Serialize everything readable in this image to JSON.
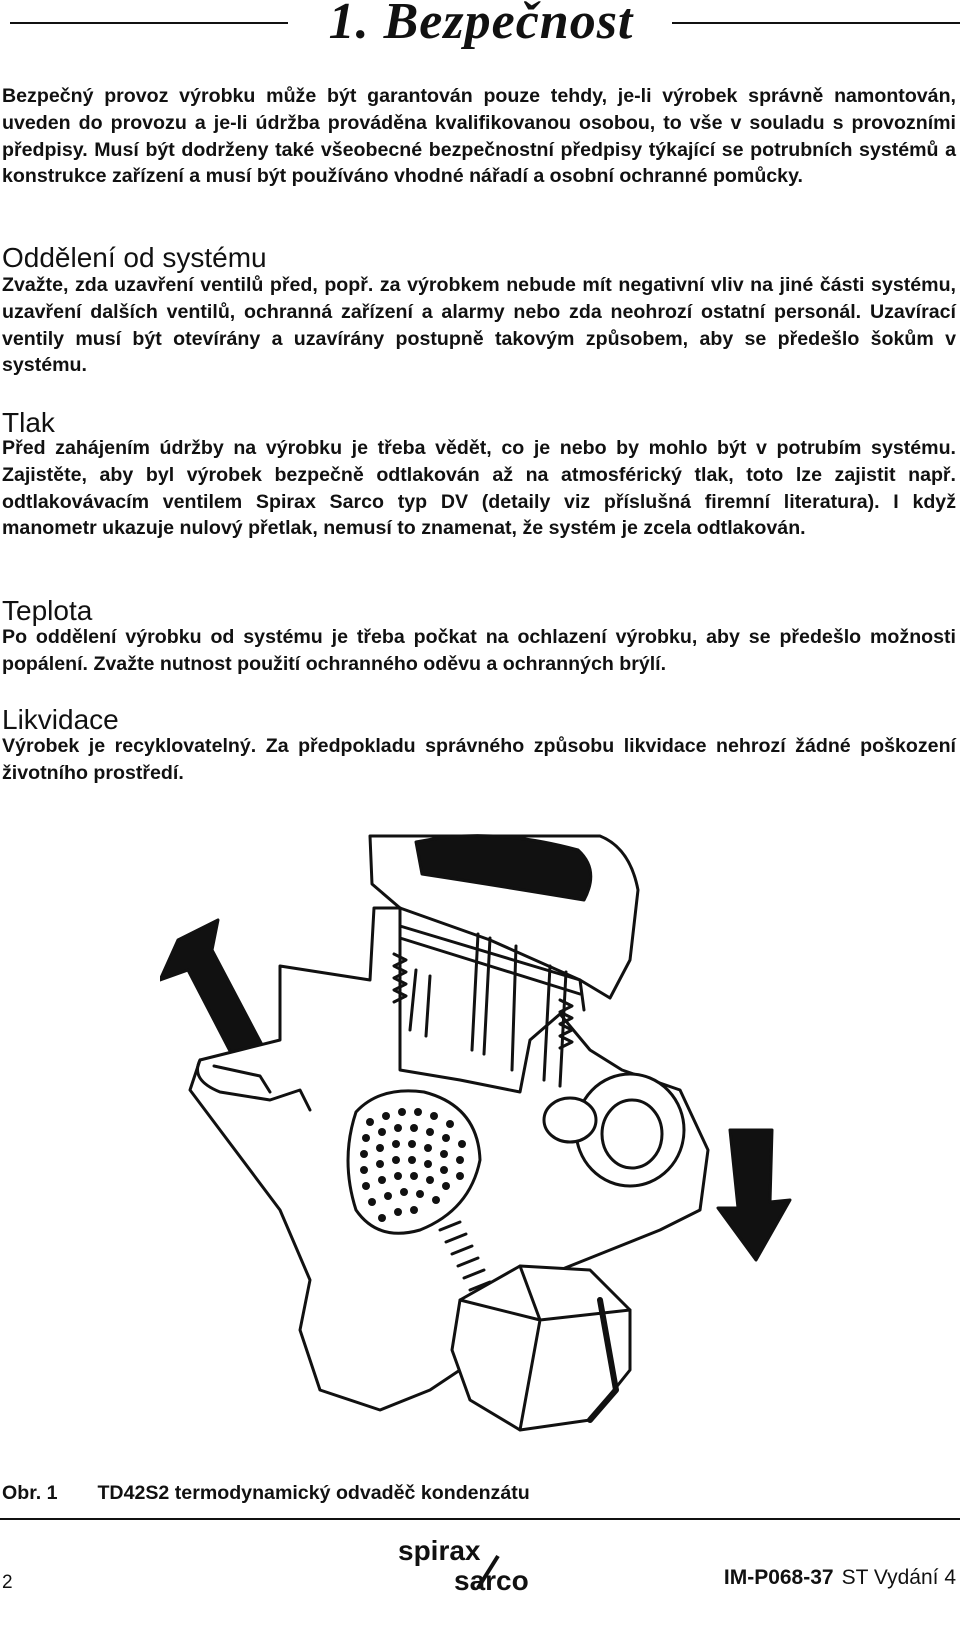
{
  "header": {
    "title": "1. Bezpečnost"
  },
  "intro": "Bezpečný provoz výrobku může být garantován pouze tehdy, je-li výrobek správně namontován, uveden do provozu a je-li údržba prováděna kvalifikovanou osobou, to vše v souladu s provozními předpisy. Musí být dodrženy také všeobecné bezpečnostní předpisy týkající se potrubních systémů a konstrukce zařízení a musí být používáno vhodné nářadí a osobní ochranné pomůcky.",
  "sections": [
    {
      "heading": "Oddělení od systému",
      "text": "Zvažte, zda uzavření ventilů před, popř. za výrobkem nebude mít negativní vliv na jiné části systému, uzavření dalších ventilů, ochranná zařízení a alarmy nebo zda neohrozí ostatní personál. Uzavírací ventily musí být otevírány a uzavírány postupně takovým způsobem, aby se předešlo šokům v systému."
    },
    {
      "heading": "Tlak",
      "text": "Před zahájením údržby na výrobku je třeba vědět, co je nebo by mohlo být v potrubím systému. Zajistěte, aby byl výrobek bezpečně odtlakován až na atmosférický tlak, toto lze zajistit např. odtlakovávacím ventilem Spirax Sarco typ DV (detaily viz příslušná firemní literatura). I když manometr ukazuje nulový přetlak, nemusí to znamenat, že systém je zcela odtlakován."
    },
    {
      "heading": "Teplota",
      "text": "Po oddělení výrobku od systému je třeba počkat na ochlazení výrobku, aby se předešlo možnosti popálení. Zvažte nutnost použití ochranného oděvu a ochranných brýlí."
    },
    {
      "heading": "Likvidace",
      "text": "Výrobek je recyklovatelný. Za předpokladu správného způsobu likvidace nehrozí žádné poškození životního prostředí."
    }
  ],
  "figure": {
    "label": "Obr. 1",
    "caption": "TD42S2 termodynamický odvaděč kondenzátu"
  },
  "footer": {
    "page_number": "2",
    "logo": {
      "top": "spirax",
      "bottom": "sarco"
    },
    "doc_code": "IM-P068-37",
    "doc_edition": "ST Vydání 4"
  }
}
